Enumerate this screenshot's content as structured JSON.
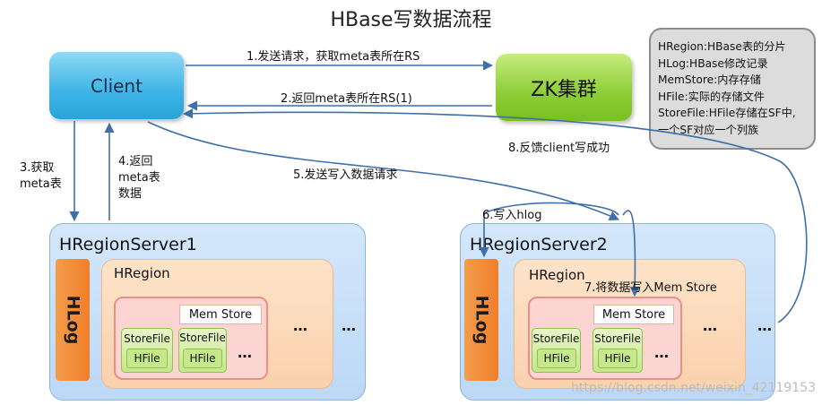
{
  "title": "HBase写数据流程",
  "client": {
    "label": "Client"
  },
  "zk": {
    "label": "ZK集群"
  },
  "notes": [
    "HRegion:HBase表的分片",
    "HLog:HBase修改记录",
    "MemStore:内存存储",
    "HFile:实际的存储文件",
    "StoreFile:HFile存储在SF中,",
    "一个SF对应一个列族"
  ],
  "steps": {
    "s1": "1.发送请求，获取meta表所在RS",
    "s2": "2.返回meta表所在RS(1)",
    "s3a": "3.获取",
    "s3b": "meta表",
    "s4a": "4.返回",
    "s4b": "meta表",
    "s4c": "数据",
    "s5": "5.发送写入数据请求",
    "s6": "6.写入hlog",
    "s7": "7.将数据写入Mem Store",
    "s8": "8.反馈client写成功"
  },
  "server1": {
    "title": "HRegionServer1",
    "hlog": "HLog",
    "region": "HRegion",
    "memstore": "Mem Store",
    "storefile": "StoreFile",
    "hfile": "HFile",
    "dots": "…"
  },
  "server2": {
    "title": "HRegionServer2",
    "hlog": "HLog",
    "region": "HRegion",
    "memstore": "Mem Store",
    "storefile": "StoreFile",
    "hfile": "HFile",
    "dots": "…"
  },
  "watermark": "https://blog.csdn.net/weixin_42119153"
}
